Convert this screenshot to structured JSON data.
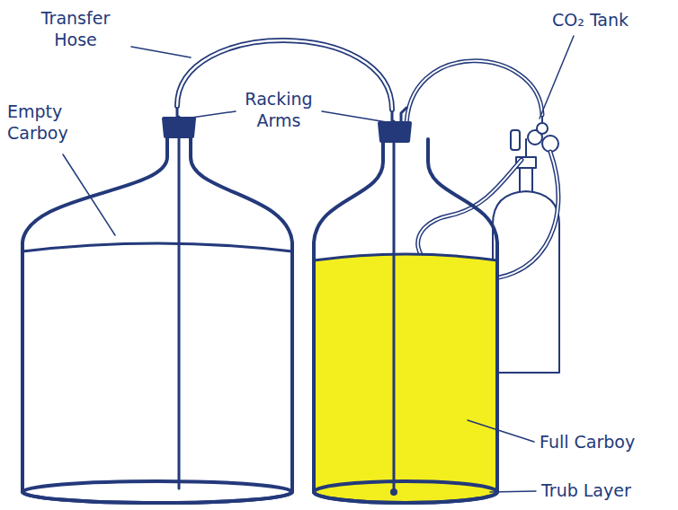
{
  "diagram": {
    "labels": [
      "Transfer Hose",
      "Empty Carboy",
      "Racking Arms",
      "CO₂ Tank",
      "Full Carboy",
      "Trub Layer"
    ]
  }
}
